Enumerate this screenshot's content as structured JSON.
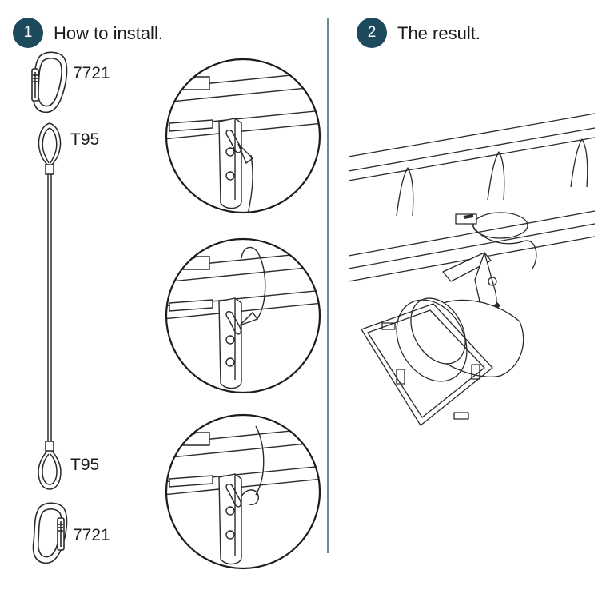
{
  "colors": {
    "badge": "#1d4a5c",
    "divider": "#6d8895",
    "ink": "#1b1b1b",
    "line": "#2a2a2a"
  },
  "steps": [
    {
      "number": "1",
      "title": "How to install."
    },
    {
      "number": "2",
      "title": "The result."
    }
  ],
  "parts": {
    "carabiner_top": "7721",
    "loop_top": "T95",
    "loop_bottom": "T95",
    "carabiner_bottom": "7721"
  },
  "icons": {
    "carabiner": "carabiner-icon",
    "cable": "safety-cable-icon",
    "detail": "installation-detail",
    "result": "spotlight-on-truss"
  }
}
